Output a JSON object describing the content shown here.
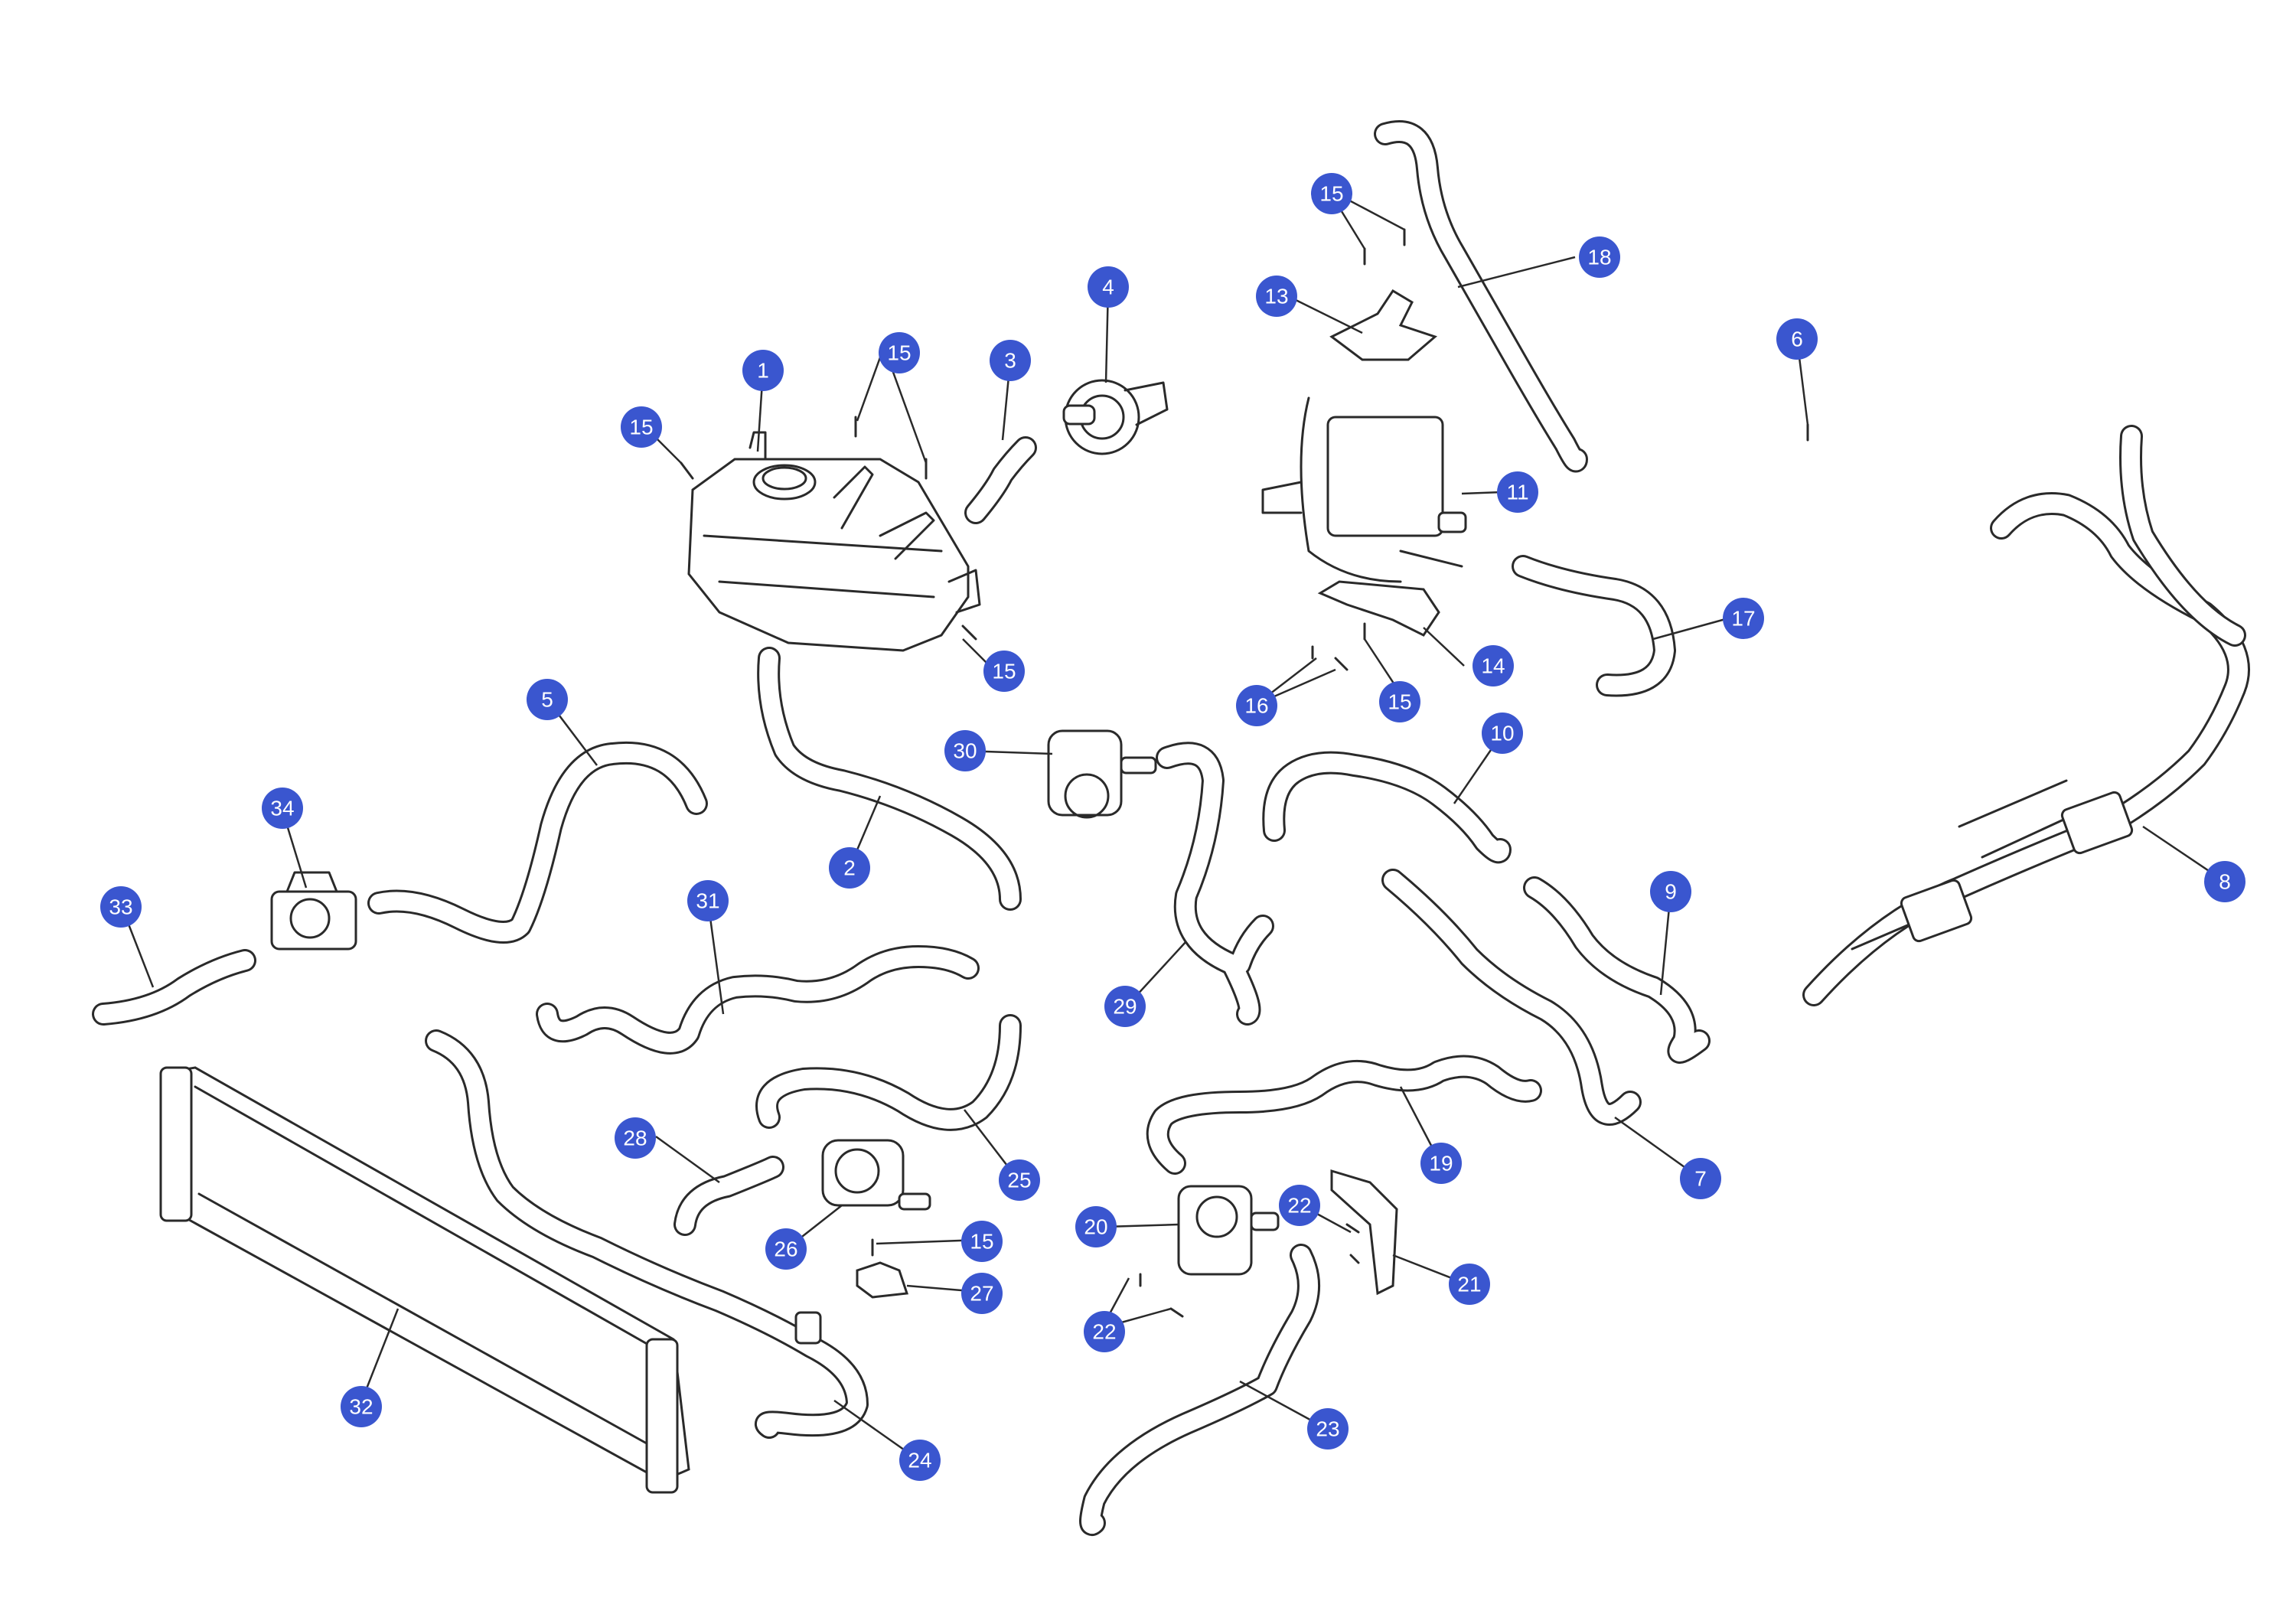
{
  "colors": {
    "callout_fill": "#3a56cf",
    "callout_text": "#ffffff",
    "line": "#2a2a2a"
  },
  "callouts": [
    {
      "id": "c1",
      "label": "1"
    },
    {
      "id": "c2",
      "label": "2"
    },
    {
      "id": "c3",
      "label": "3"
    },
    {
      "id": "c4",
      "label": "4"
    },
    {
      "id": "c5",
      "label": "5"
    },
    {
      "id": "c6",
      "label": "6"
    },
    {
      "id": "c7",
      "label": "7"
    },
    {
      "id": "c8",
      "label": "8"
    },
    {
      "id": "c9",
      "label": "9"
    },
    {
      "id": "c10",
      "label": "10"
    },
    {
      "id": "c11",
      "label": "11"
    },
    {
      "id": "c13",
      "label": "13"
    },
    {
      "id": "c14",
      "label": "14"
    },
    {
      "id": "c15a",
      "label": "15"
    },
    {
      "id": "c15b",
      "label": "15"
    },
    {
      "id": "c15c",
      "label": "15"
    },
    {
      "id": "c15d",
      "label": "15"
    },
    {
      "id": "c15e",
      "label": "15"
    },
    {
      "id": "c15f",
      "label": "15"
    },
    {
      "id": "c16",
      "label": "16"
    },
    {
      "id": "c17",
      "label": "17"
    },
    {
      "id": "c18",
      "label": "18"
    },
    {
      "id": "c19",
      "label": "19"
    },
    {
      "id": "c20",
      "label": "20"
    },
    {
      "id": "c21",
      "label": "21"
    },
    {
      "id": "c22a",
      "label": "22"
    },
    {
      "id": "c22b",
      "label": "22"
    },
    {
      "id": "c23",
      "label": "23"
    },
    {
      "id": "c24",
      "label": "24"
    },
    {
      "id": "c25",
      "label": "25"
    },
    {
      "id": "c26",
      "label": "26"
    },
    {
      "id": "c27",
      "label": "27"
    },
    {
      "id": "c28",
      "label": "28"
    },
    {
      "id": "c29",
      "label": "29"
    },
    {
      "id": "c30",
      "label": "30"
    },
    {
      "id": "c31",
      "label": "31"
    },
    {
      "id": "c32",
      "label": "32"
    },
    {
      "id": "c33",
      "label": "33"
    },
    {
      "id": "c34",
      "label": "34"
    }
  ]
}
